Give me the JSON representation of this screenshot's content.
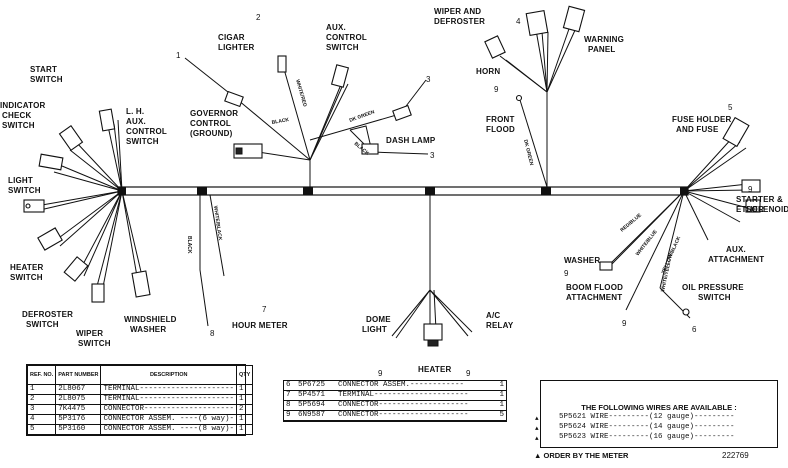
{
  "labels": {
    "start_switch": [
      "START",
      "SWITCH"
    ],
    "indicator_check_switch": [
      "INDICATOR",
      "CHECK",
      "SWITCH"
    ],
    "light_switch": [
      "LIGHT",
      "SWITCH"
    ],
    "heater_switch": [
      "HEATER",
      "SWITCH"
    ],
    "defroster_switch": [
      "DEFROSTER",
      "SWITCH"
    ],
    "wiper_switch": [
      "WIPER",
      "SWITCH"
    ],
    "windshield_washer": [
      "WINDSHIELD",
      "WASHER"
    ],
    "lh_aux_control_switch": [
      "L. H.",
      "AUX.",
      "CONTROL",
      "SWITCH"
    ],
    "cigar_lighter": [
      "CIGAR",
      "LIGHTER"
    ],
    "aux_control_switch": [
      "AUX.",
      "CONTROL",
      "SWITCH"
    ],
    "governor_control": [
      "GOVERNOR",
      "CONTROL",
      "(GROUND)"
    ],
    "dash_lamp": "DASH LAMP",
    "wiper_and_defroster": [
      "WIPER AND",
      "DEFROSTER"
    ],
    "warning_panel": [
      "WARNING",
      "PANEL"
    ],
    "horn": "HORN",
    "front_flood": [
      "FRONT",
      "FLOOD"
    ],
    "fuse_holder": [
      "FUSE HOLDER",
      "AND FUSE"
    ],
    "starter_ether": [
      "STARTER &",
      "ETHER",
      "SOLENOID"
    ],
    "aux_attachment": [
      "AUX.",
      "ATTACHMENT"
    ],
    "oil_pressure_switch": [
      "OIL PRESSURE",
      "SWITCH"
    ],
    "boom_flood": [
      "BOOM FLOOD",
      "ATTACHMENT"
    ],
    "washer": "WASHER",
    "hour_meter": "HOUR METER",
    "dome_light": [
      "DOME",
      "LIGHT"
    ],
    "heater": "HEATER",
    "ac_relay": [
      "A/C",
      "RELAY"
    ]
  },
  "wire_tags": {
    "black_1": "BLACK",
    "black_2": "BLACK",
    "black_3": "BLACK",
    "dk_green": "DK GREEN",
    "dk_green_2": "DK GREEN",
    "white_red": "WHITE/RED",
    "white_black": "WHITE/BLACK",
    "red_blue": "RED/BLUE",
    "white_blue": "WHITE/BLUE",
    "yellow_black": "YELLOW/BLACK",
    "white_yellow": "WHITE/YELLOW"
  },
  "callouts": {
    "c1": "1",
    "c2": "2",
    "c3a": "3",
    "c3b": "3",
    "c4": "4",
    "c5": "5",
    "c6": "6",
    "c7": "7",
    "c8": "8",
    "c9a": "9",
    "c9b": "9",
    "c9c": "9",
    "c9d": "9",
    "c9e": "9",
    "c9f": "9"
  },
  "parts_table_1": {
    "headers": {
      "ref": "REF. NO.",
      "part": "PART NUMBER",
      "desc": "DESCRIPTION",
      "qty": "QTY"
    },
    "rows": [
      {
        "ref": "1",
        "part": "2L8067",
        "desc": "TERMINAL---------------------",
        "qty": "1"
      },
      {
        "ref": "2",
        "part": "2L8075",
        "desc": "TERMINAL---------------------",
        "qty": "1"
      },
      {
        "ref": "3",
        "part": "7K4475",
        "desc": "CONNECTOR--------------------",
        "qty": "2"
      },
      {
        "ref": "4",
        "part": "5P3176",
        "desc": "CONNECTOR ASSEM. ----(6 way)-",
        "qty": "1"
      },
      {
        "ref": "5",
        "part": "5P3160",
        "desc": "CONNECTOR ASSEM. ----(8 way)-",
        "qty": "1"
      }
    ]
  },
  "parts_table_2": {
    "rows": [
      {
        "ref": "6",
        "part": "5P6725",
        "desc": "CONNECTOR ASSEM.------------",
        "qty": "1"
      },
      {
        "ref": "7",
        "part": "5P4571",
        "desc": "TERMINAL---------------------",
        "qty": "1"
      },
      {
        "ref": "8",
        "part": "5P5694",
        "desc": "CONNECTOR--------------------",
        "qty": "1"
      },
      {
        "ref": "9",
        "part": "6N9587",
        "desc": "CONNECTOR--------------------",
        "qty": "5"
      }
    ]
  },
  "wire_table": {
    "title": "THE FOLLOWING WIRES ARE AVAILABLE :",
    "rows": [
      {
        "mark": "▲",
        "part": "5P5621",
        "desc": "WIRE---------(12 gauge)---------"
      },
      {
        "mark": "▲",
        "part": "5P5624",
        "desc": "WIRE---------(14 gauge)---------"
      },
      {
        "mark": "▲",
        "part": "5P5623",
        "desc": "WIRE---------(16 gauge)---------"
      }
    ]
  },
  "footer": {
    "order_note": "▲ ORDER BY THE METER",
    "drawing_number": "222769"
  }
}
